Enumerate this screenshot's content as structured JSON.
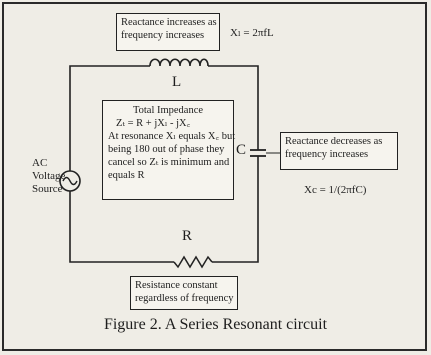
{
  "diagram": {
    "label_inductor": "L",
    "label_capacitor": "C",
    "label_resistor": "R",
    "source_label": [
      "AC",
      "Voltage",
      "Source"
    ],
    "inductor_note": [
      "Reactance increases as",
      "frequency increases"
    ],
    "inductor_formula": "Xₗ = 2πfL",
    "capacitor_note": [
      "Reactance decreases as",
      "frequency increases"
    ],
    "capacitor_formula": "Xc = 1/(2πfC)",
    "resistor_note": [
      "Resistance constant",
      "regardless of frequency"
    ],
    "impedance_title": "Total Impedance",
    "impedance_formula": "Zₜ = R + jXₗ - jX꜀",
    "impedance_text": [
      "At resonance Xₗ equals X꜀ but",
      "being 180 out of phase they",
      "cancel so Zₜ is minimum and",
      "equals R"
    ]
  },
  "caption": "Figure 2. A Series Resonant circuit"
}
